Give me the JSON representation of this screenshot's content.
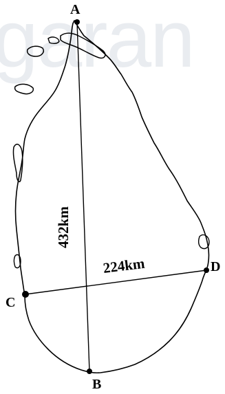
{
  "watermark": {
    "text": "garan"
  },
  "points": {
    "a": "A",
    "b": "B",
    "c": "C",
    "d": "D"
  },
  "distances": {
    "north_south": "432km",
    "west_east": "224km"
  },
  "colors": {
    "ink": "#000000",
    "watermark": "#e9ecf0"
  }
}
